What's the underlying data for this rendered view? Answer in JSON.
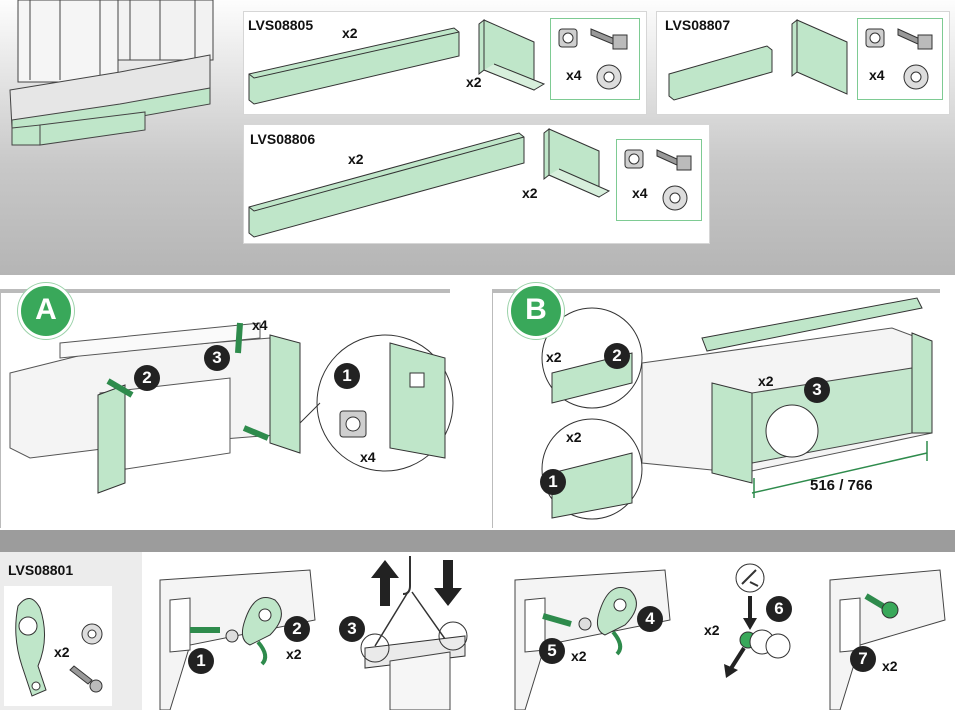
{
  "colors": {
    "part_fill": "#bfe6c9",
    "part_stroke": "#3a3a3a",
    "accent": "#39a85a",
    "hardware_border": "#7ecb93"
  },
  "kits": [
    {
      "code": "LVS08805",
      "plinth_qty": "x2",
      "bracket_qty": "x2",
      "hardware_qty": "x4"
    },
    {
      "code": "LVS08807",
      "hardware_qty": "x4"
    },
    {
      "code": "LVS08806",
      "plinth_qty": "x2",
      "bracket_qty": "x2",
      "hardware_qty": "x4"
    }
  ],
  "procedure_a": {
    "badge": "A",
    "steps": [
      "1",
      "2",
      "3"
    ],
    "qty_top": "x4",
    "qty_detail": "x4"
  },
  "procedure_b": {
    "badge": "B",
    "steps": [
      "1",
      "2",
      "3"
    ],
    "qty_screw": "x2",
    "qty_nut": "x2",
    "qty_brace": "x2",
    "dimension": "516 / 766"
  },
  "lifting": {
    "kit": {
      "code": "LVS08801",
      "qty": "x2"
    },
    "steps": [
      {
        "n": "1"
      },
      {
        "n": "2",
        "qty": "x2"
      },
      {
        "n": "3"
      },
      {
        "n": "4"
      },
      {
        "n": "5",
        "qty": "x2"
      },
      {
        "n": "6",
        "qty": "x2"
      },
      {
        "n": "7",
        "qty": "x2"
      }
    ]
  },
  "icons": [
    "plinth-panel-icon",
    "bracket-icon",
    "cage-nut-icon",
    "bolt-icon",
    "washer-nut-icon",
    "lifting-ring-icon",
    "lift-arrow-up-icon",
    "lift-arrow-down-icon",
    "hook-icon",
    "torque-icon"
  ]
}
